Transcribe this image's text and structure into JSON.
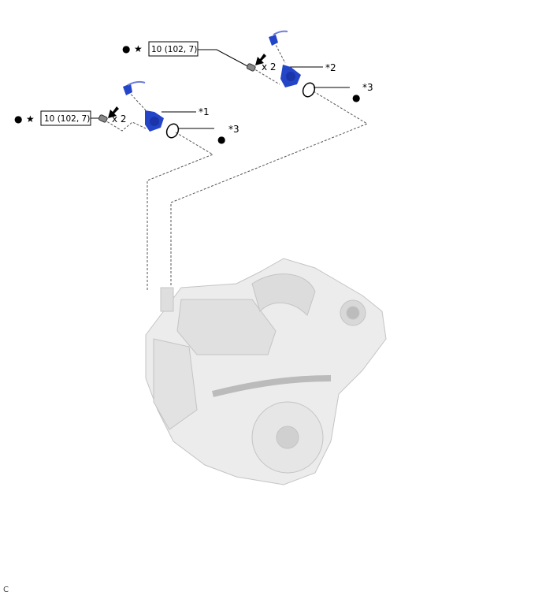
{
  "callouts": {
    "part1": "*1",
    "part2": "*2",
    "part3a": "*3",
    "part3b": "*3"
  },
  "torque": {
    "upper": "10 (102, 7)",
    "lower": "10 (102, 7)"
  },
  "quantity": {
    "upper": "x 2",
    "lower": "x 2"
  },
  "symbols": {
    "dot": "●",
    "star": "★"
  },
  "figure_code": "C",
  "colors": {
    "part_blue": "#2445c8",
    "engine_grey": "#e4e4e4"
  }
}
